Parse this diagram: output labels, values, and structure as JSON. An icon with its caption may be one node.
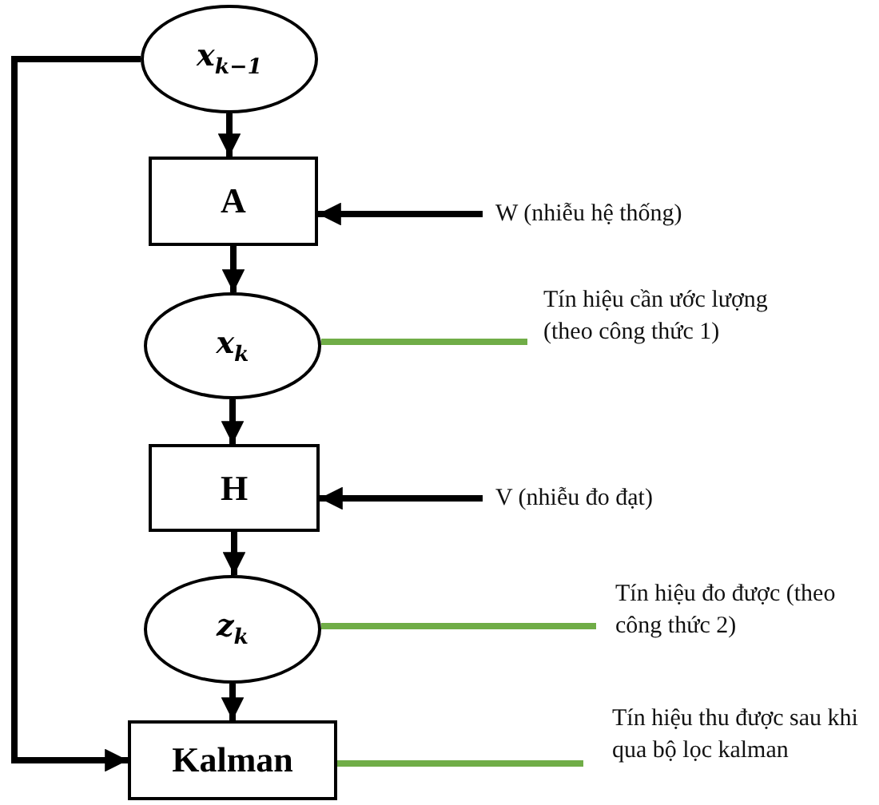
{
  "diagram": {
    "nodes": [
      {
        "text": [
          "x$_{k−1}$"
        ]
      },
      {
        "text": [
          "A"
        ]
      },
      {
        "text": [
          "W (nhiễu hệ thống)"
        ]
      },
      {
        "text": [
          "x$_{k}$"
        ]
      },
      {
        "text": [
          "Tín hiệu cần ước lượng (theo công thức 1)"
        ]
      },
      {
        "text": [
          "H"
        ]
      },
      {
        "text": [
          "V (nhiễu đo đạt)"
        ]
      },
      {
        "text": [
          "z$_{k}$"
        ]
      },
      {
        "text": [
          "Tín hiệu đo được (theo công thức 2)"
        ]
      },
      {
        "text": [
          "Kalman"
        ]
      },
      {
        "text": [
          "Tín hiệu thu được sau khi qua bộ lọc kalman"
        ]
      }
    ],
    "edges": [
      {
        "from": 0,
        "to": 1,
        "arrow": "to"
      },
      {
        "from": 2,
        "to": 1,
        "arrow": "to"
      },
      {
        "from": 1,
        "to": 3,
        "arrow": "to"
      },
      {
        "from": 3,
        "to": 4,
        "arrow": "none",
        "color": "#70ad47"
      },
      {
        "from": 3,
        "to": 5,
        "arrow": "to"
      },
      {
        "from": 6,
        "to": 5,
        "arrow": "to"
      },
      {
        "from": 5,
        "to": 7,
        "arrow": "to"
      },
      {
        "from": 7,
        "to": 8,
        "arrow": "none",
        "color": "#70ad47"
      },
      {
        "from": 7,
        "to": 9,
        "arrow": "to"
      },
      {
        "from": 9,
        "to": 10,
        "arrow": "none",
        "color": "#70ad47"
      },
      {
        "from": 0,
        "to": 9,
        "arrow": "to"
      }
    ]
  }
}
